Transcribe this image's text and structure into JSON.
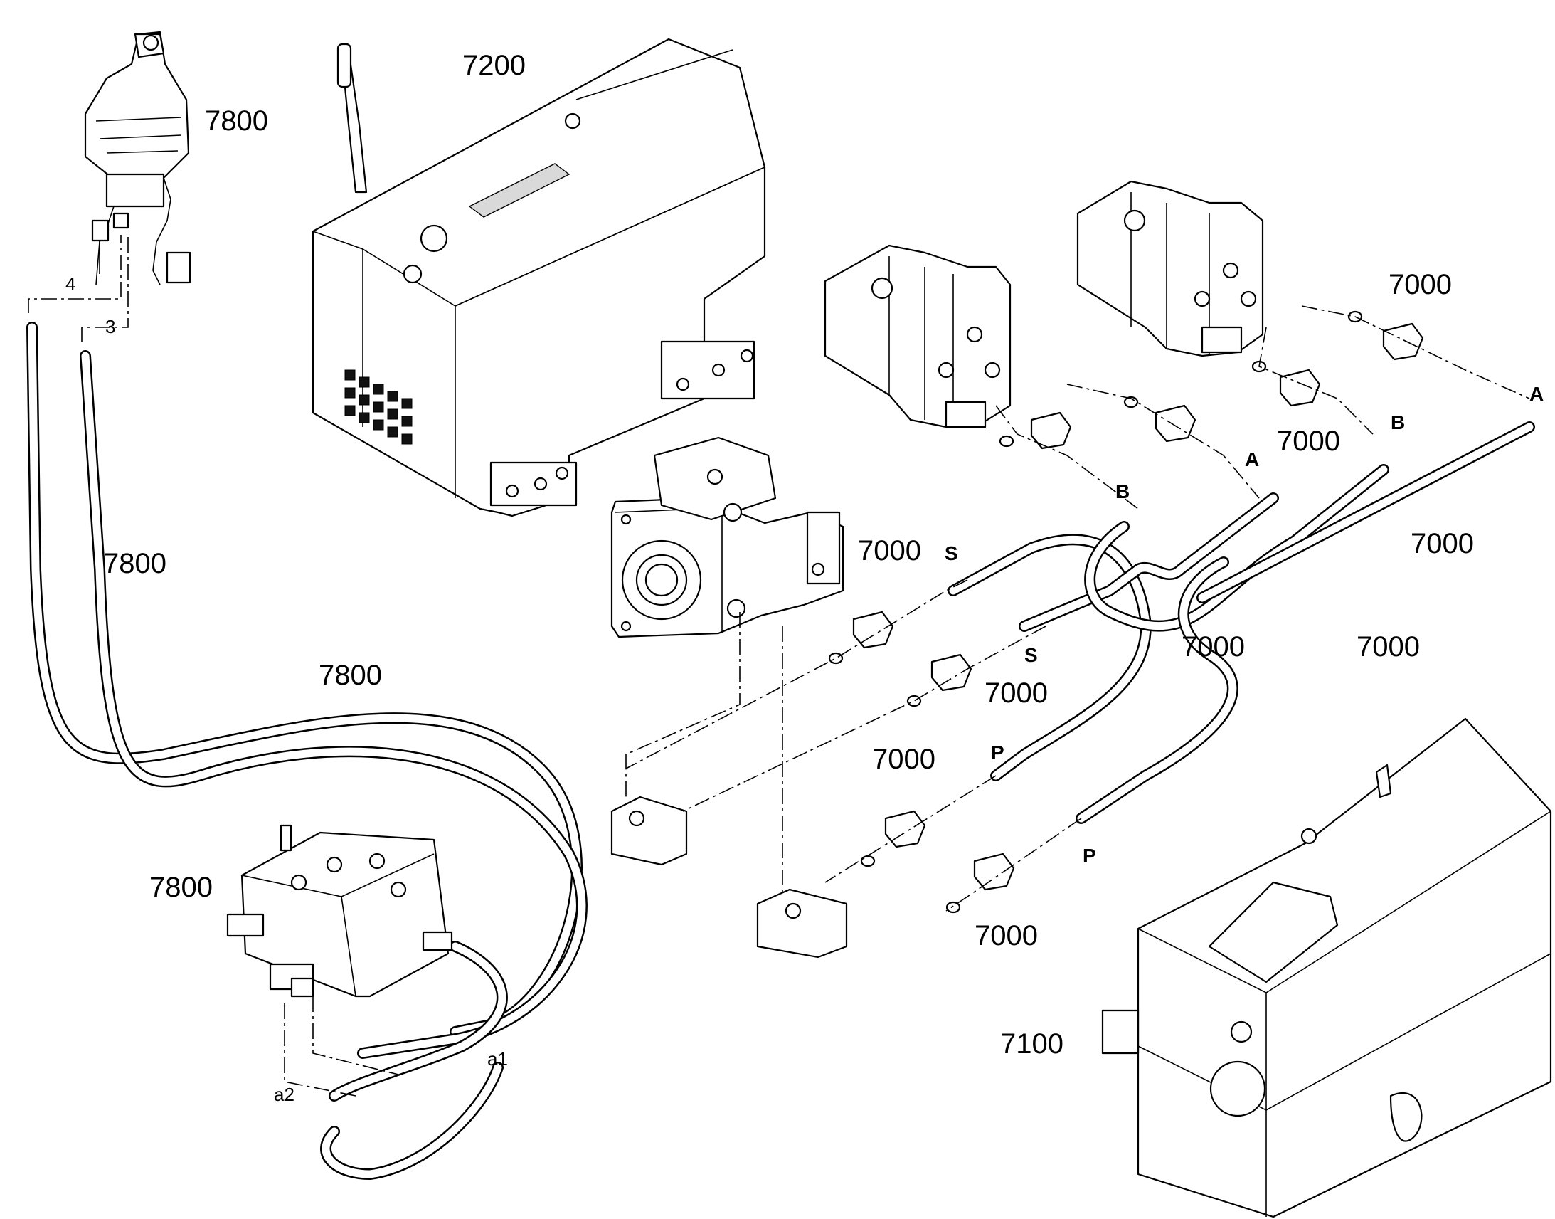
{
  "labels": {
    "cab_7200": "7200",
    "joystick_7800": "7800",
    "hose_7800_left": "7800",
    "hose_7800_mid": "7800",
    "valve_7800": "7800",
    "tank_7100": "7100",
    "p7000_a": "7000",
    "p7000_b": "7000",
    "p7000_c": "7000",
    "p7000_d": "7000",
    "p7000_e": "7000",
    "p7000_f": "7000",
    "p7000_g": "7000",
    "p7000_h": "7000",
    "p7000_i": "7000"
  },
  "ports": {
    "A_1": "A",
    "A_2": "A",
    "B_1": "B",
    "B_2": "B",
    "S_1": "S",
    "S_2": "S",
    "P_1": "P",
    "P_2": "P"
  },
  "small_labels": {
    "line_4": "4",
    "line_3": "3",
    "a1": "a1",
    "a2": "a2"
  }
}
